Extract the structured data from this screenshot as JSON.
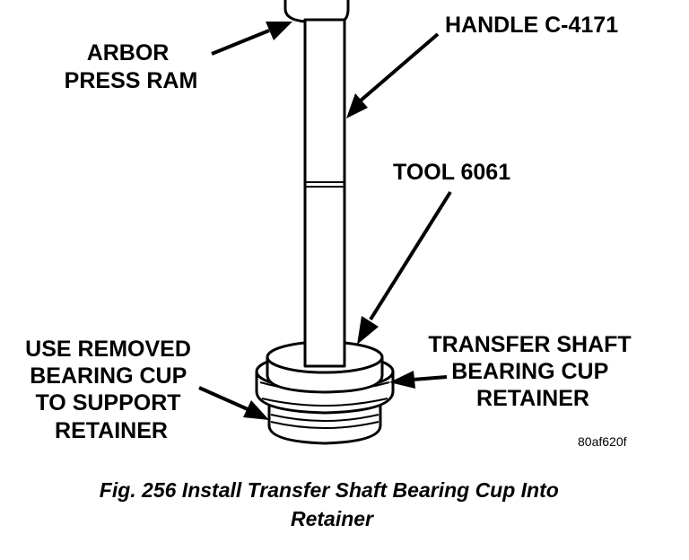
{
  "labels": {
    "arbor_press_ram": [
      "ARBOR",
      "PRESS RAM"
    ],
    "handle": [
      "HANDLE C-4171"
    ],
    "tool": [
      "TOOL 6061"
    ],
    "use_removed_cup": [
      "USE REMOVED",
      "BEARING CUP",
      "TO SUPPORT",
      "RETAINER"
    ],
    "retainer": [
      "TRANSFER SHAFT",
      "BEARING CUP",
      "RETAINER"
    ]
  },
  "figure_code": "80af620f",
  "caption": [
    "Fig. 256 Install Transfer Shaft Bearing Cup Into",
    "Retainer"
  ],
  "colors": {
    "ink": "#000000",
    "paper": "#ffffff"
  }
}
